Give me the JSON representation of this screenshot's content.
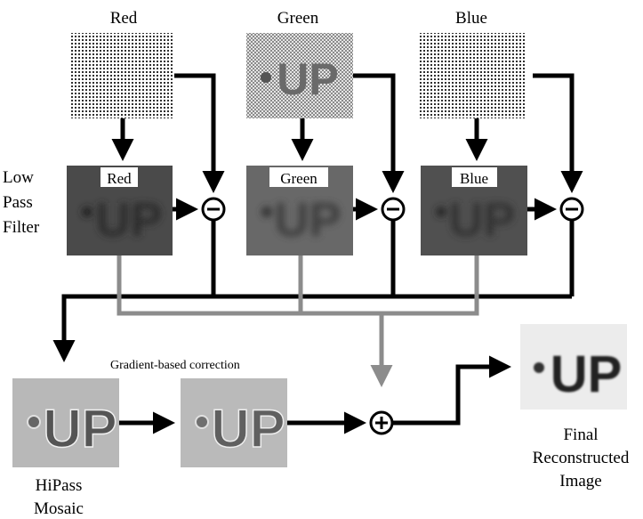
{
  "channels": [
    {
      "name": "Red",
      "lpf_label": "Red"
    },
    {
      "name": "Green",
      "lpf_label": "Green"
    },
    {
      "name": "Blue",
      "lpf_label": "Blue"
    }
  ],
  "low_pass_label": [
    "Low",
    "Pass",
    "Filter"
  ],
  "gradient_label": "Gradient-based correction",
  "hipass_label": [
    "HiPass",
    "Mosaic"
  ],
  "final_label": [
    "Final",
    "Reconstructed",
    "Image"
  ],
  "image_text": "UP",
  "subtract_symbol": "−",
  "add_symbol": "+"
}
